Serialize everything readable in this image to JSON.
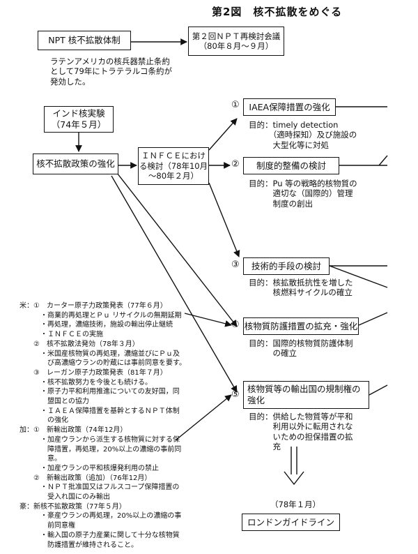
{
  "title": "第2図　核不拡散をめぐる",
  "npt_box": "NPT 核不拡散体制",
  "npt_review_box": "第２回ＮＰＴ再検討会議\n（80年８月～９月）",
  "latin_note": "ラテンアメリカの核兵器禁止条約\nとして79年にトラテラルコ条約が\n発効した。",
  "india_box": "インド核実験\n（74年５月）",
  "policy_box": "核不拡散政策の強化",
  "infce_box": "ＩＮＦＣＥにおけ\nる検討（78年10月\n～80年２月）",
  "branches": [
    {
      "number": "①",
      "label": "IAEA保障措置の強化",
      "purpose": "目的：timely detection\n　　　（適時探知）及び施設の\n　　　大型化等に対処"
    },
    {
      "number": "②",
      "label": "制度的整備の検討",
      "purpose": "目的：Pu 等の戦略的核物質の\n　　　適切な（国際的）管理\n　　　制度の創出"
    },
    {
      "number": "③",
      "label": "技術的手段の検討",
      "purpose": "目的：核拡散抵抗性を増した\n　　　核燃料サイクルの確立"
    },
    {
      "number": "④",
      "label": "核物質防護措置の拡充・強化",
      "purpose": "目的：国際的核物質防護体制\n　　　の確立"
    },
    {
      "number": "⑤",
      "label": "核物質等の輸出国の規制権の\n強化",
      "purpose": "目的：供給した物質等が平和\n　　　利用以外に転用されな\n　　　いための担保措置の拡\n　　　充"
    }
  ],
  "london_date": "（78年１月）",
  "london_box": "ロンドンガイドライン",
  "notes": [
    "米：①　カーター原子力政策発表（77年６月）",
    "　　　・商業的再処理とＰｕ リサイクルの無期延期",
    "　　　・再処理，濃縮技術，施設の輸出停止継続",
    "　　　・ＩＮＦＣＥの実施",
    "　　②　核不拡散法発効（78年３月）",
    "　　　・米国産核物質の再処理，濃縮並びにＰｕ及",
    "　　　　び高濃縮ウランの貯蔵には事前同意を要す。",
    "　　③　レーガン原子力政策発表（81年７月）",
    "　　　・核不拡散努力を今後とも続ける。",
    "　　　・原子力平和利用推進についての友好国，同",
    "　　　　盟国との協力",
    "　　　・ＩＡＥＡ保障措置を基幹とするＮＰＴ体制",
    "　　　　の強化",
    "加：①　新輸出政策（74年12月）",
    "　　　・加産ウランから派生する核物質に対する保",
    "　　　　障措置，再処理，20%以上の濃縮の事前同",
    "　　　　意。",
    "　　　・加産ウランの平和核爆発利用の禁止",
    "　　②　新輸出政策（追加）（76年12月）",
    "　　　・ＮＰＴ批准国又はフルスコープ保障措置の",
    "　　　　受入れ国にのみ輸出",
    "豪：新核不拡散政策（77年５月）",
    "　　　・豪産ウランの再処理，20%以上の濃縮の事",
    "　　　　前同意権",
    "　　　・輸入国の原子力産業に関して十分な核物質",
    "　　　　防護措置が維持されること。"
  ]
}
